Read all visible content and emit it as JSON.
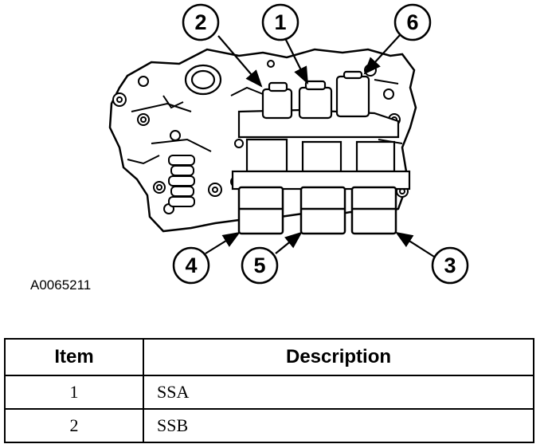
{
  "figure": {
    "figure_id": "A0065211",
    "callouts": [
      "1",
      "2",
      "3",
      "4",
      "5",
      "6"
    ]
  },
  "table": {
    "headers": {
      "item": "Item",
      "description": "Description"
    },
    "rows": [
      {
        "item": "1",
        "description": "SSA"
      },
      {
        "item": "2",
        "description": "SSB"
      }
    ]
  }
}
